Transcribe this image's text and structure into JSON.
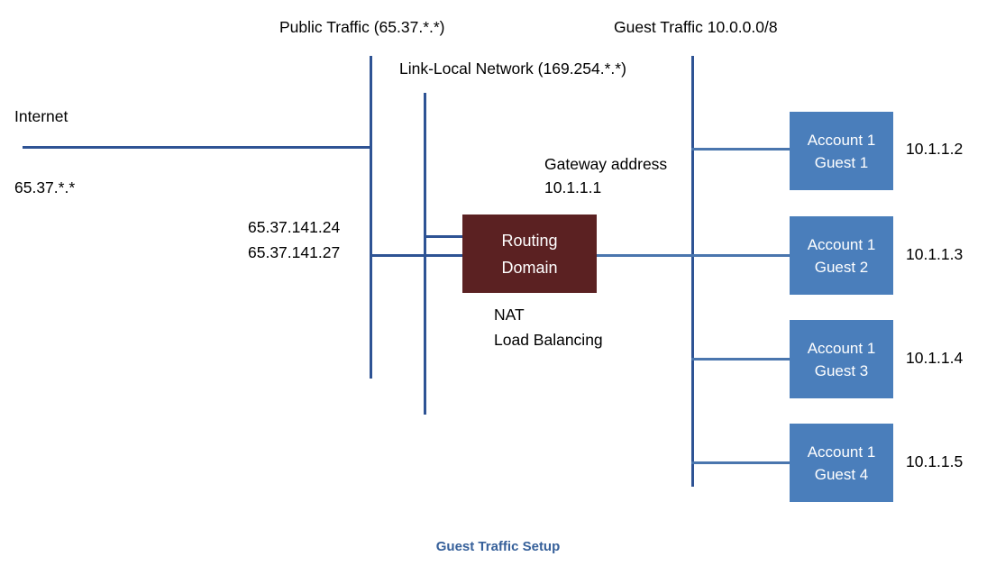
{
  "diagram": {
    "caption": "Guest Traffic Setup",
    "headers": {
      "public_traffic": "Public Traffic (65.37.*.*)",
      "link_local": "Link-Local Network (169.254.*.*)",
      "guest_traffic": "Guest Traffic 10.0.0.0/8"
    },
    "internet": {
      "label": "Internet",
      "subnet": "65.37.*.*"
    },
    "public_ips": {
      "line1": "65.37.141.24",
      "line2": "65.37.141.27"
    },
    "gateway": {
      "label": "Gateway address",
      "address": "10.1.1.1"
    },
    "router": {
      "line1": "Routing",
      "line2": "Domain",
      "functions": {
        "nat": "NAT",
        "load_balancing": "Load Balancing"
      }
    },
    "guests": [
      {
        "account": "Account 1",
        "guest": "Guest 1",
        "ip": "10.1.1.2"
      },
      {
        "account": "Account 1",
        "guest": "Guest 2",
        "ip": "10.1.1.3"
      },
      {
        "account": "Account 1",
        "guest": "Guest 3",
        "ip": "10.1.1.4"
      },
      {
        "account": "Account 1",
        "guest": "Guest 4",
        "ip": "10.1.1.5"
      }
    ],
    "colors": {
      "guest_box": "#4A7EBB",
      "router_box": "#5B2122",
      "line_dark": "#2E5394",
      "line_light": "#4A76AE",
      "caption": "#36609A"
    }
  }
}
